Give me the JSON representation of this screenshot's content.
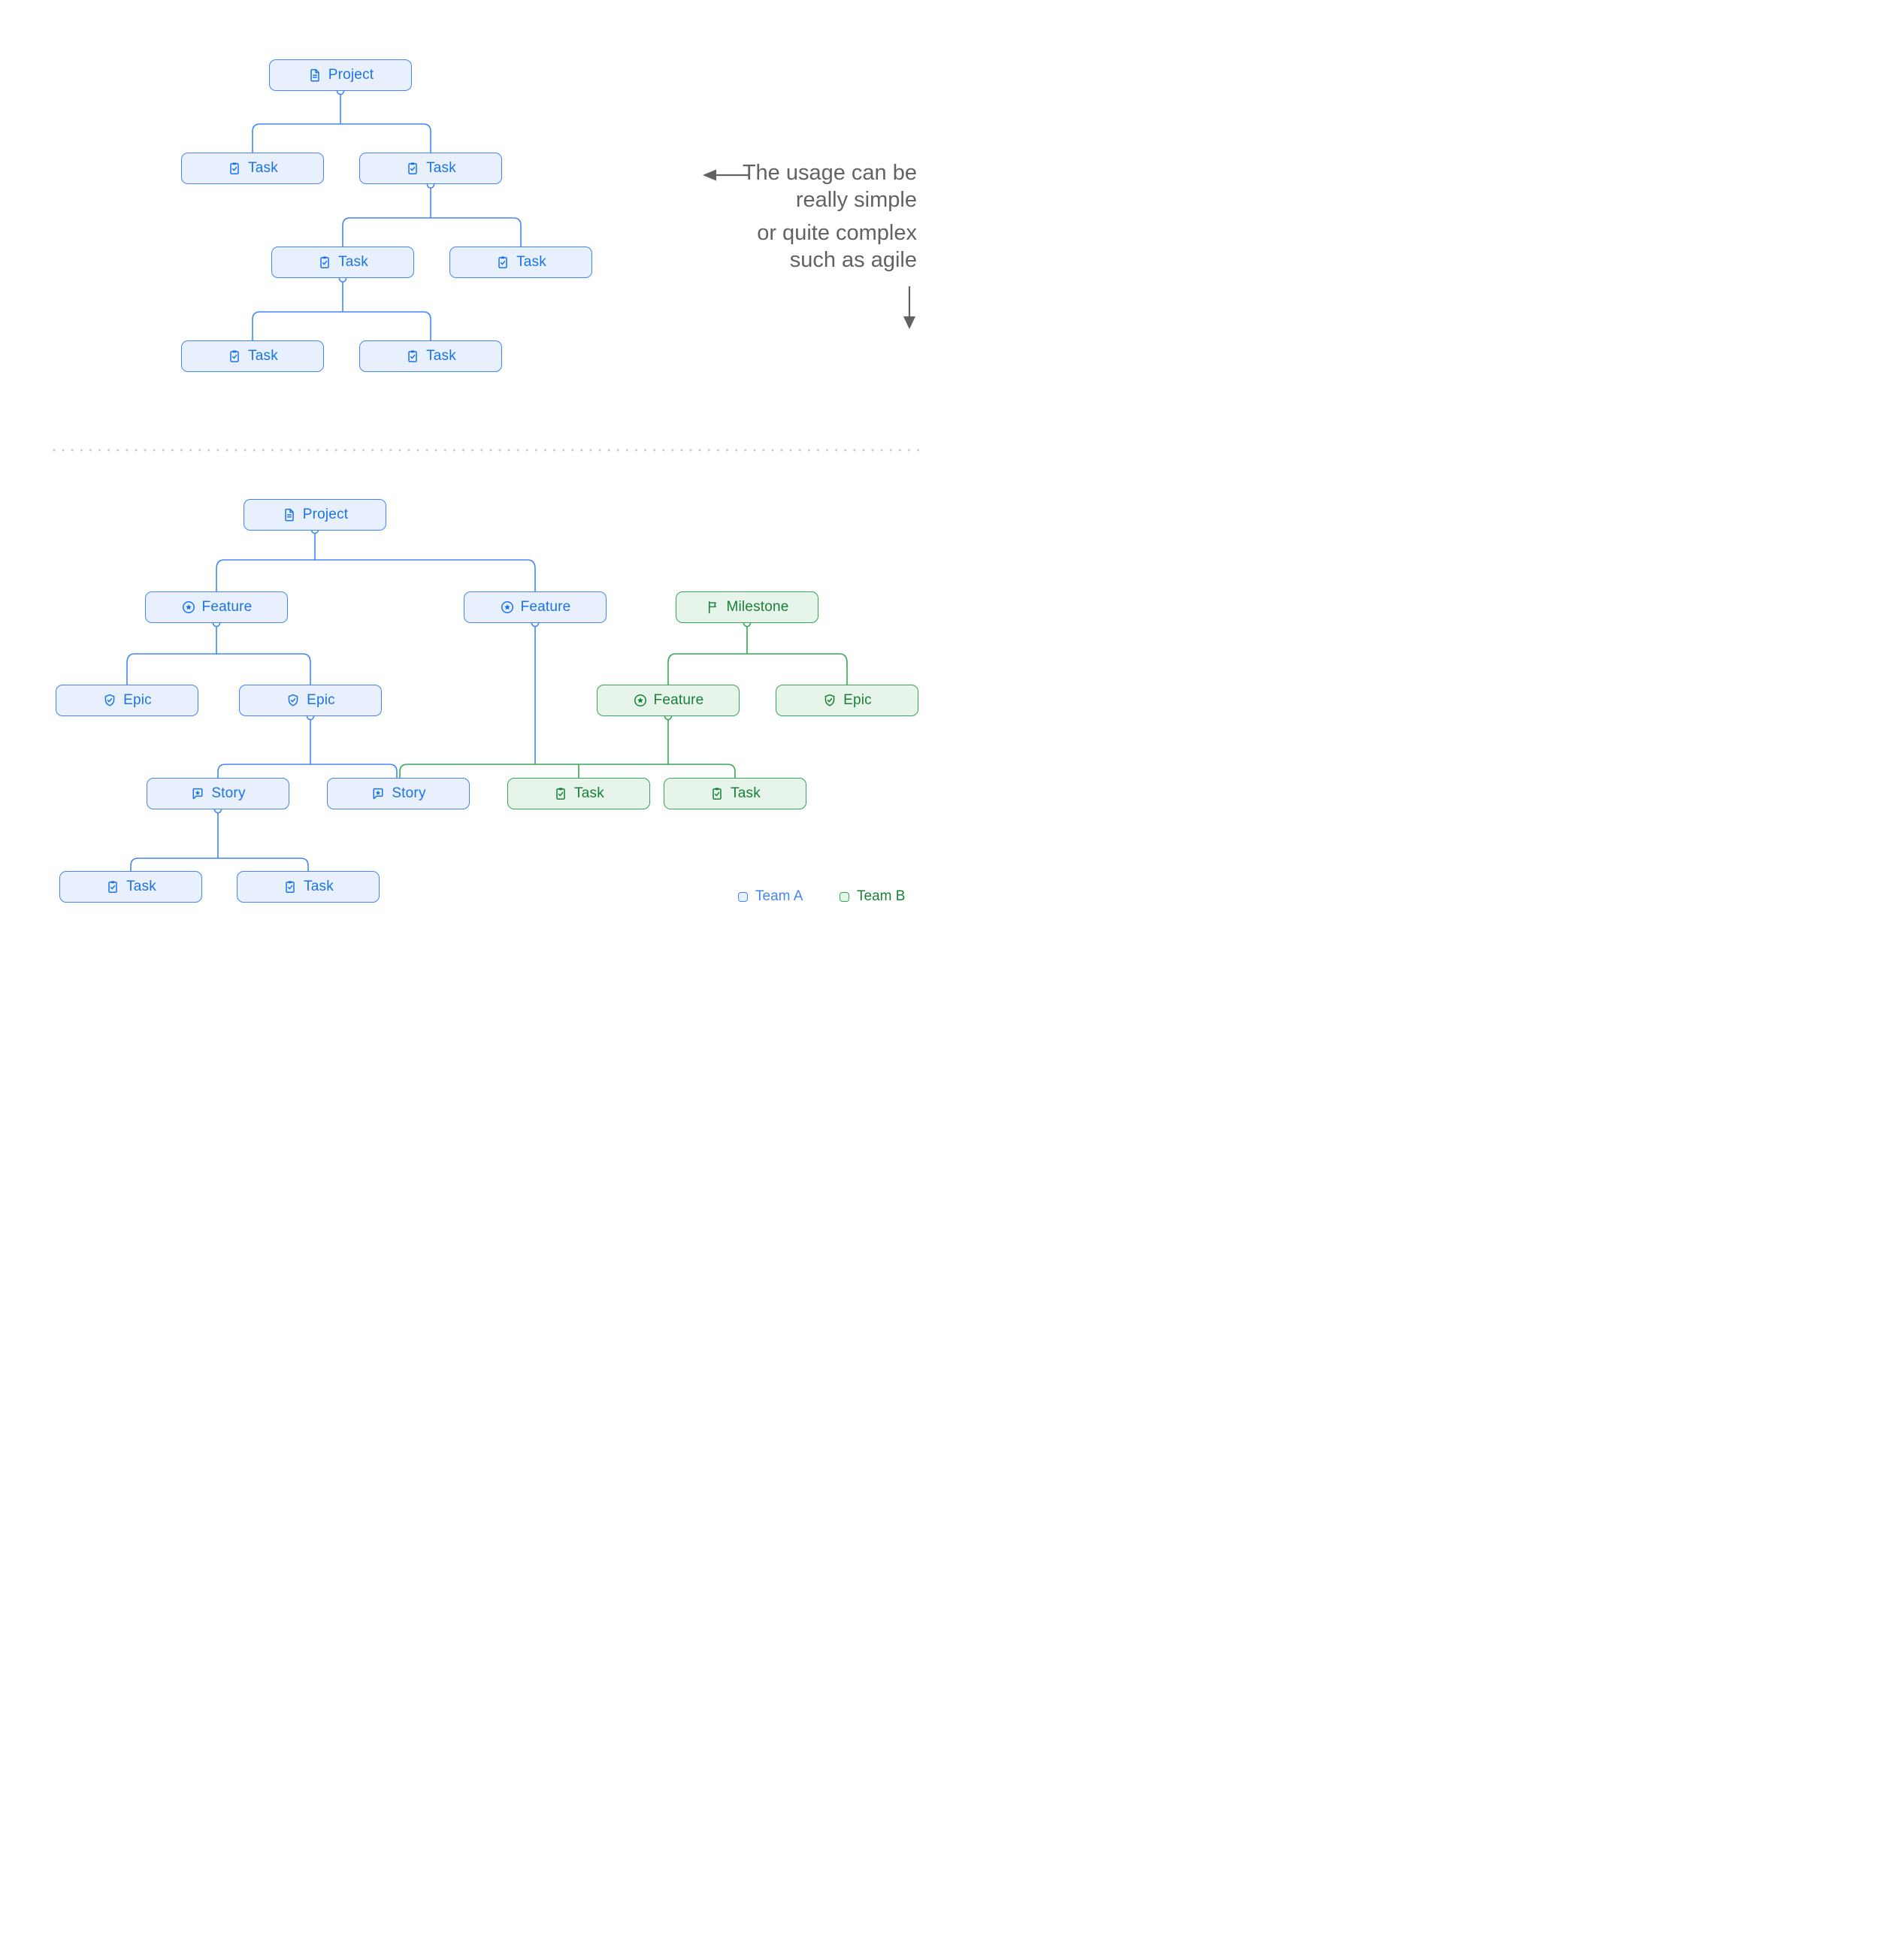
{
  "annotation": {
    "simple": {
      "line1": "The usage can be",
      "line2": "really simple"
    },
    "complex": {
      "line1": "or quite complex",
      "line2": "such as agile"
    }
  },
  "legend": {
    "team_a": {
      "label": "Team A",
      "color_border": "#4285f4",
      "color_fill": "#e8f0fe",
      "color_text": "#4285f4"
    },
    "team_b": {
      "label": "Team B",
      "color_border": "#34a853",
      "color_fill": "#e6f4ea",
      "color_text": "#188038"
    }
  },
  "colors": {
    "team_a_border": "#4285f4",
    "team_a_fill": "#e8f0fe",
    "team_a_text": "#1a73e8",
    "team_b_border": "#34a853",
    "team_b_fill": "#e6f4ea",
    "team_b_text": "#188038",
    "annotation_text": "#5f6368",
    "divider_dots": "#c9cbd0"
  },
  "diagram": {
    "top_tree": {
      "nodes": [
        {
          "id": "project",
          "label": "Project",
          "icon": "document",
          "team": "A"
        },
        {
          "id": "task-1",
          "label": "Task",
          "icon": "task",
          "team": "A"
        },
        {
          "id": "task-2",
          "label": "Task",
          "icon": "task",
          "team": "A"
        },
        {
          "id": "task-3",
          "label": "Task",
          "icon": "task",
          "team": "A"
        },
        {
          "id": "task-4",
          "label": "Task",
          "icon": "task",
          "team": "A"
        },
        {
          "id": "task-5",
          "label": "Task",
          "icon": "task",
          "team": "A"
        },
        {
          "id": "task-6",
          "label": "Task",
          "icon": "task",
          "team": "A"
        }
      ],
      "edges": [
        [
          "project",
          "task-1"
        ],
        [
          "project",
          "task-2"
        ],
        [
          "task-2",
          "task-3"
        ],
        [
          "task-2",
          "task-4"
        ],
        [
          "task-3",
          "task-5"
        ],
        [
          "task-3",
          "task-6"
        ]
      ]
    },
    "bottom_tree": {
      "nodes": [
        {
          "id": "project",
          "label": "Project",
          "icon": "document",
          "team": "A"
        },
        {
          "id": "feature-1",
          "label": "Feature",
          "icon": "feature",
          "team": "A"
        },
        {
          "id": "feature-2",
          "label": "Feature",
          "icon": "feature",
          "team": "A"
        },
        {
          "id": "milestone",
          "label": "Milestone",
          "icon": "milestone",
          "team": "B"
        },
        {
          "id": "epic-1",
          "label": "Epic",
          "icon": "epic",
          "team": "A"
        },
        {
          "id": "epic-2",
          "label": "Epic",
          "icon": "epic",
          "team": "A"
        },
        {
          "id": "feature-3",
          "label": "Feature",
          "icon": "feature",
          "team": "B"
        },
        {
          "id": "epic-3",
          "label": "Epic",
          "icon": "epic",
          "team": "B"
        },
        {
          "id": "story-1",
          "label": "Story",
          "icon": "story",
          "team": "A"
        },
        {
          "id": "story-2",
          "label": "Story",
          "icon": "story",
          "team": "A"
        },
        {
          "id": "task-b1",
          "label": "Task",
          "icon": "task",
          "team": "B"
        },
        {
          "id": "task-b2",
          "label": "Task",
          "icon": "task",
          "team": "B"
        },
        {
          "id": "task-a1",
          "label": "Task",
          "icon": "task",
          "team": "A"
        },
        {
          "id": "task-a2",
          "label": "Task",
          "icon": "task",
          "team": "A"
        }
      ],
      "edges": [
        [
          "project",
          "feature-1"
        ],
        [
          "project",
          "feature-2"
        ],
        [
          "feature-1",
          "epic-1"
        ],
        [
          "feature-1",
          "epic-2"
        ],
        [
          "epic-2",
          "story-1"
        ],
        [
          "epic-2",
          "story-2"
        ],
        [
          "feature-2",
          "story-2"
        ],
        [
          "milestone",
          "feature-3"
        ],
        [
          "milestone",
          "epic-3"
        ],
        [
          "feature-3",
          "story-2"
        ],
        [
          "feature-3",
          "task-b1"
        ],
        [
          "feature-3",
          "task-b2"
        ],
        [
          "story-1",
          "task-a1"
        ],
        [
          "story-1",
          "task-a2"
        ]
      ]
    }
  }
}
